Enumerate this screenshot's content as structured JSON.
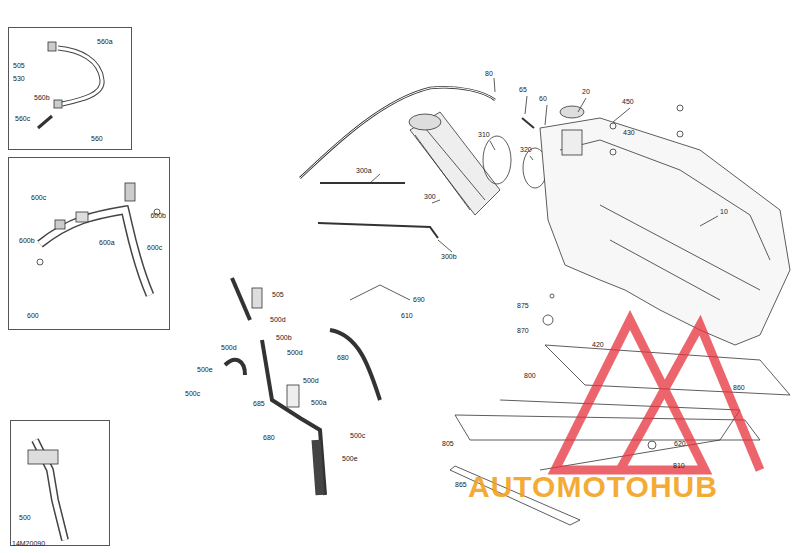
{
  "diagram": {
    "nodes": [
      {
        "text": [
          "560a",
          "505",
          "530",
          "560b",
          "560c",
          "560"
        ]
      },
      {
        "text": [
          "600c",
          "600b",
          "600b",
          "600a",
          "600c",
          "600"
        ]
      },
      {
        "text": [
          "500"
        ]
      }
    ],
    "labels": [
      "80",
      "65",
      "60",
      "20",
      "450",
      "430",
      "310",
      "320",
      "300a",
      "300",
      "300b",
      "10",
      "505",
      "690",
      "610",
      "680",
      "875",
      "870",
      "420",
      "500d",
      "500b",
      "500d",
      "500d",
      "500e",
      "500c",
      "685",
      "500d",
      "500a",
      "680",
      "500c",
      "500e",
      "800",
      "860",
      "805",
      "620",
      "810",
      "865",
      "14M20090",
      "AUTOMOTOHUB"
    ]
  }
}
